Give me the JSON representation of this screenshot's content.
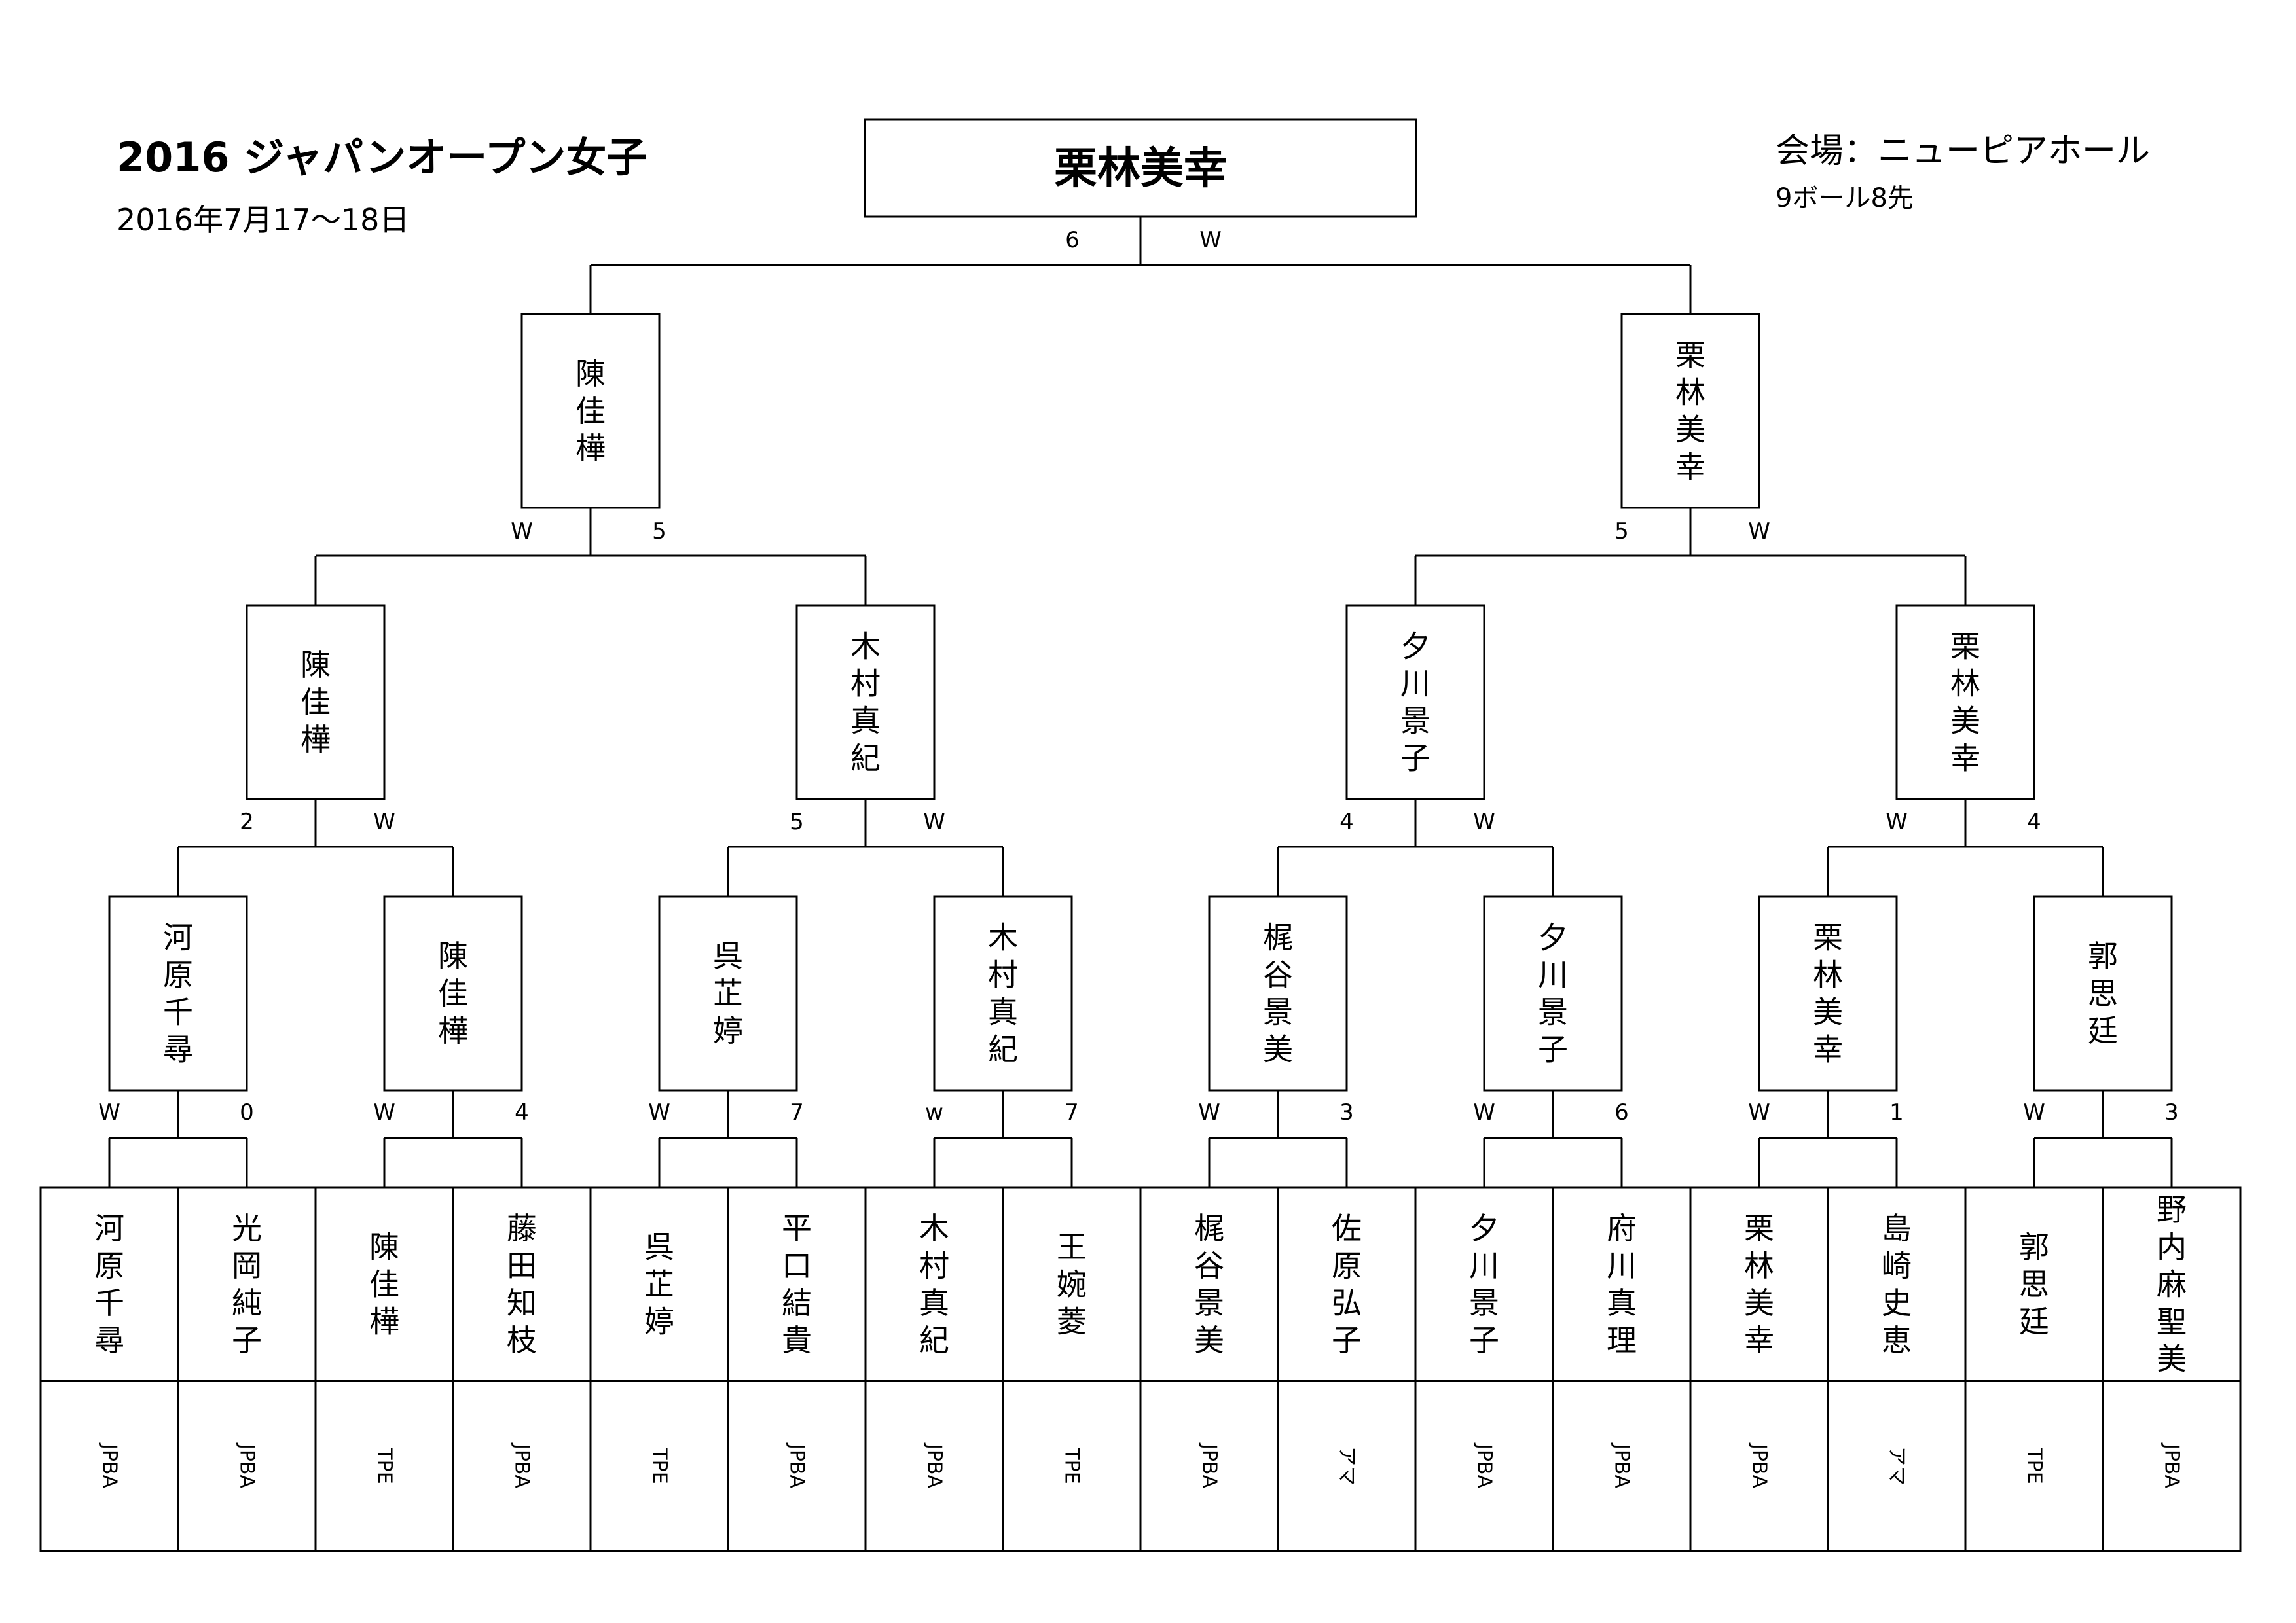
{
  "header": {
    "title": "2016 ジャパンオープン女子",
    "date": "2016年7月17～18日",
    "venue": "会場：ニューピアホール",
    "rule": "9ボール8先"
  },
  "champion": "栗林美幸",
  "players": [
    {
      "name": "河原千尋",
      "affiliation": "JPBA"
    },
    {
      "name": "光岡純子",
      "affiliation": "JPBA"
    },
    {
      "name": "陳佳樺",
      "affiliation": "TPE"
    },
    {
      "name": "藤田知枝",
      "affiliation": "JPBA"
    },
    {
      "name": "呉芷婷",
      "affiliation": "TPE"
    },
    {
      "name": "平口結貴",
      "affiliation": "JPBA"
    },
    {
      "name": "木村真紀",
      "affiliation": "JPBA"
    },
    {
      "name": "王婉菱",
      "affiliation": "TPE"
    },
    {
      "name": "梶谷景美",
      "affiliation": "JPBA"
    },
    {
      "name": "佐原弘子",
      "affiliation": "アマ"
    },
    {
      "name": "夕川景子",
      "affiliation": "JPBA"
    },
    {
      "name": "府川真理",
      "affiliation": "JPBA"
    },
    {
      "name": "栗林美幸",
      "affiliation": "JPBA"
    },
    {
      "name": "島崎史恵",
      "affiliation": "アマ"
    },
    {
      "name": "郭思廷",
      "affiliation": "TPE"
    },
    {
      "name": "野内麻聖美",
      "affiliation": "JPBA"
    }
  ],
  "rounds": [
    {
      "winners": [
        "河原千尋",
        "陳佳樺",
        "呉芷婷",
        "木村真紀",
        "梶谷景美",
        "夕川景子",
        "栗林美幸",
        "郭思廷"
      ],
      "scores": [
        [
          "W",
          "0"
        ],
        [
          "W",
          "4"
        ],
        [
          "W",
          "7"
        ],
        [
          "w",
          "7"
        ],
        [
          "W",
          "3"
        ],
        [
          "W",
          "6"
        ],
        [
          "W",
          "1"
        ],
        [
          "W",
          "3"
        ]
      ]
    },
    {
      "winners": [
        "陳佳樺",
        "木村真紀",
        "夕川景子",
        "栗林美幸"
      ],
      "scores": [
        [
          "2",
          "W"
        ],
        [
          "5",
          "W"
        ],
        [
          "4",
          "W"
        ],
        [
          "W",
          "4"
        ]
      ]
    },
    {
      "winners": [
        "陳佳樺",
        "栗林美幸"
      ],
      "scores": [
        [
          "W",
          "5"
        ],
        [
          "5",
          "W"
        ]
      ]
    },
    {
      "winners": [
        "栗林美幸"
      ],
      "scores": [
        [
          "6",
          "W"
        ]
      ]
    }
  ]
}
